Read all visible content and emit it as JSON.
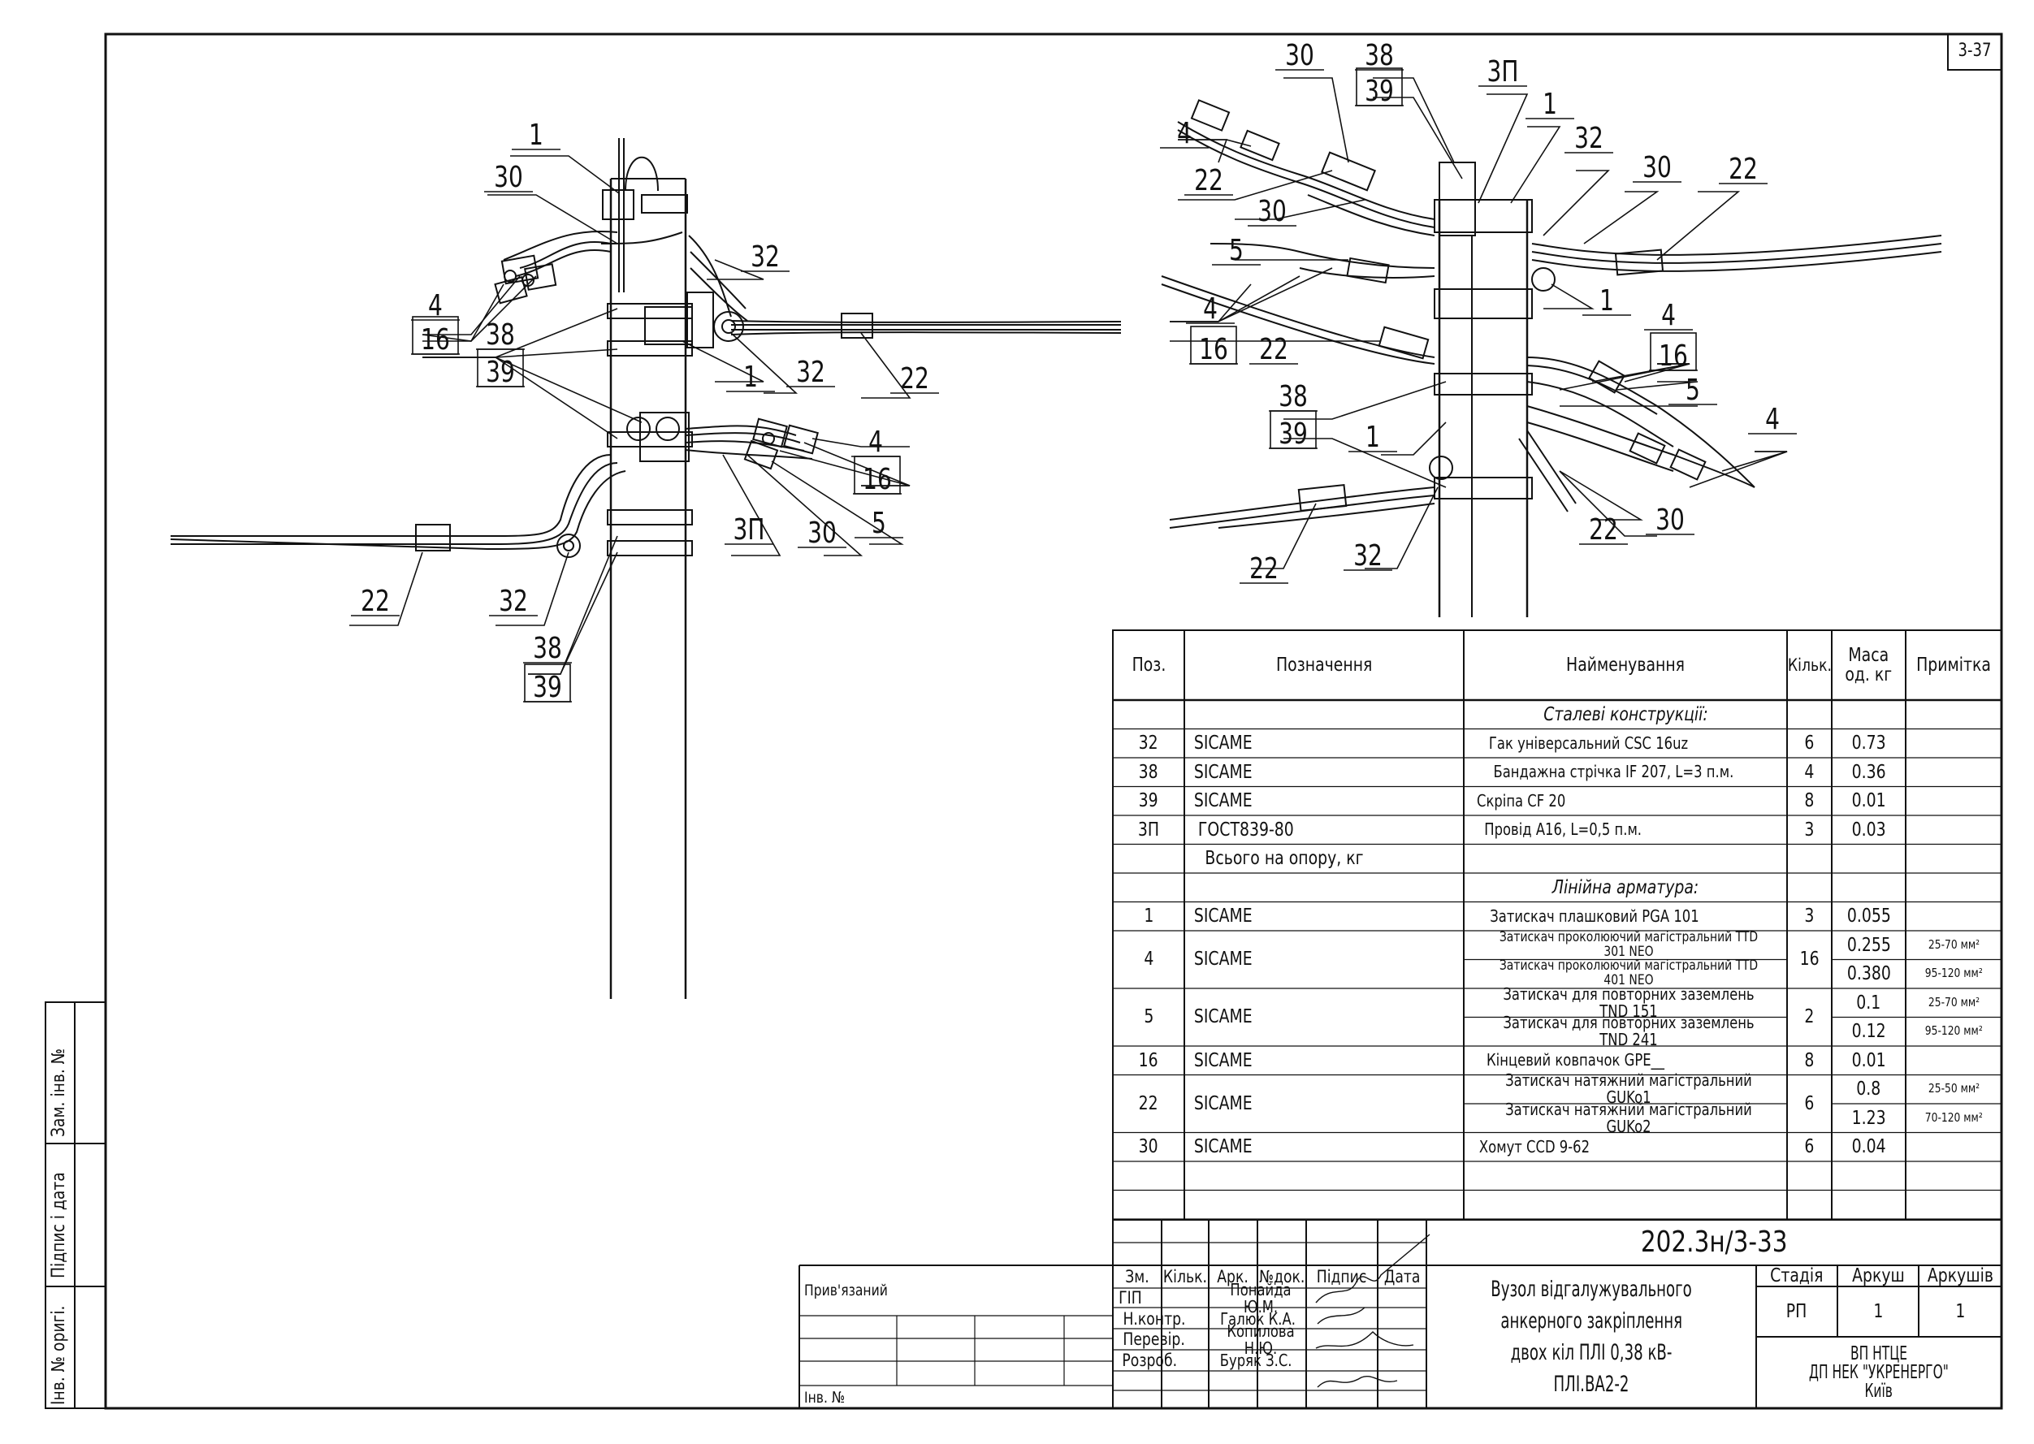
{
  "sheet_number": "3-37",
  "callouts": {
    "left": {
      "c1": "1",
      "c30a": "30",
      "c32a": "32",
      "c4a": "4",
      "c16a": "16",
      "c38a": "38",
      "c39a": "39",
      "c1b": "1",
      "c32b": "32",
      "c22a": "22",
      "c4b": "4",
      "c16b": "16",
      "c3p": "3П",
      "c30b": "30",
      "c5": "5",
      "c22b": "22",
      "c32c": "32",
      "c38b": "38",
      "c39b": "39"
    },
    "right": {
      "c30a": "30",
      "c38a": "38",
      "c39a": "39",
      "c3p": "3П",
      "c1a": "1",
      "c32a": "32",
      "c30b": "30",
      "c22a": "22",
      "c4a": "4",
      "c22b": "22",
      "c30c": "30",
      "c5a": "5",
      "c1b": "1",
      "c4b": "4",
      "c16a": "16",
      "c22c": "22",
      "c4c": "4",
      "c16b": "16",
      "c5b": "5",
      "c38b": "38",
      "c39b": "39",
      "c1c": "1",
      "c4d": "4",
      "c22d": "22",
      "c32b": "32",
      "c22e": "22",
      "c30d": "30"
    }
  },
  "spec_table": {
    "headers": {
      "pos": "Поз.",
      "designation": "Позначення",
      "name": "Найменування",
      "qty": "Кільк.",
      "mass": "Маса\nод. кг",
      "note": "Примітка"
    },
    "section_steel": "Сталеві конструкції:",
    "section_fittings": "Лінійна арматура:",
    "total_label": "Всього на опору, кг",
    "rows_steel": [
      {
        "pos": "32",
        "designation": "SICAME",
        "name": "Гак універсальний CSC 16uz",
        "qty": "6",
        "mass": "0.73",
        "note": ""
      },
      {
        "pos": "38",
        "designation": "SICAME",
        "name": "Бандажна стрічка IF 207, L=3 п.м.",
        "qty": "4",
        "mass": "0.36",
        "note": ""
      },
      {
        "pos": "39",
        "designation": "SICAME",
        "name": "Скріпа CF 20",
        "qty": "8",
        "mass": "0.01",
        "note": ""
      },
      {
        "pos": "3П",
        "designation": "ГОСТ839-80",
        "name": "Провід А16, L=0,5 п.м.",
        "qty": "3",
        "mass": "0.03",
        "note": ""
      }
    ],
    "rows_fittings": [
      {
        "pos": "1",
        "designation": "SICAME",
        "names": [
          "Затискач плашковий PGA 101"
        ],
        "qty": "3",
        "masses": [
          "0.055"
        ],
        "notes": [
          ""
        ]
      },
      {
        "pos": "4",
        "designation": "SICAME",
        "names": [
          "Затискач проколюючий магістральний TTD 301 NEO",
          "Затискач проколюючий магістральний TTD 401 NEO"
        ],
        "qty": "16",
        "masses": [
          "0.255",
          "0.380"
        ],
        "notes": [
          "25-70 мм²",
          "95-120 мм²"
        ]
      },
      {
        "pos": "5",
        "designation": "SICAME",
        "names": [
          "Затискач для повторних заземлень TND 151",
          "Затискач для повторних заземлень TND 241"
        ],
        "qty": "2",
        "masses": [
          "0.1",
          "0.12"
        ],
        "notes": [
          "25-70 мм²",
          "95-120 мм²"
        ]
      },
      {
        "pos": "16",
        "designation": "SICAME",
        "names": [
          "Кінцевий ковпачок GPE__"
        ],
        "qty": "8",
        "masses": [
          "0.01"
        ],
        "notes": [
          ""
        ]
      },
      {
        "pos": "22",
        "designation": "SICAME",
        "names": [
          "Затискач натяжний магістральний GUKo1",
          "Затискач натяжний магістральний GUKo2"
        ],
        "qty": "6",
        "masses": [
          "0.8",
          "1.23"
        ],
        "notes": [
          "25-50 мм²",
          "70-120 мм²"
        ]
      },
      {
        "pos": "30",
        "designation": "SICAME",
        "names": [
          "Хомут CCD 9-62"
        ],
        "qty": "6",
        "masses": [
          "0.04"
        ],
        "notes": [
          ""
        ]
      }
    ]
  },
  "title_block": {
    "doc_code": "202.3н/3-33",
    "title_lines": [
      "Вузол відгалужувального",
      "анкерного закріплення",
      "двох кіл ПЛІ 0,38 кВ-ПЛІ.ВА2-2"
    ],
    "col_headers": [
      "Зм.",
      "Кільк.",
      "Арк.",
      "№док.",
      "Підпис",
      "Дата"
    ],
    "roles": [
      {
        "role": "ГІП",
        "name": "Понайда Ю.М."
      },
      {
        "role": "Н.контр.",
        "name": "Галюк К.А."
      },
      {
        "role": "Перевір.",
        "name": "Копилова Н.Ю."
      },
      {
        "role": "Розроб.",
        "name": "Буряк З.С."
      }
    ],
    "stage_label": "Стадія",
    "stage_value": "РП",
    "sheet_label": "Аркуш",
    "sheet_value": "1",
    "sheets_label": "Аркушів",
    "sheets_value": "1",
    "org_lines": [
      "ВП НТЦЕ",
      "ДП НЕК \"УКРЕНЕРГО\"",
      "Київ"
    ],
    "linked_label": "Прив'язаний",
    "inv_label": "Інв. №"
  },
  "side_stamp": {
    "zam_inv": "Зам. інв. №",
    "signature_date": "Підпис і дата",
    "inv_orig": "Інв. № оригі."
  }
}
